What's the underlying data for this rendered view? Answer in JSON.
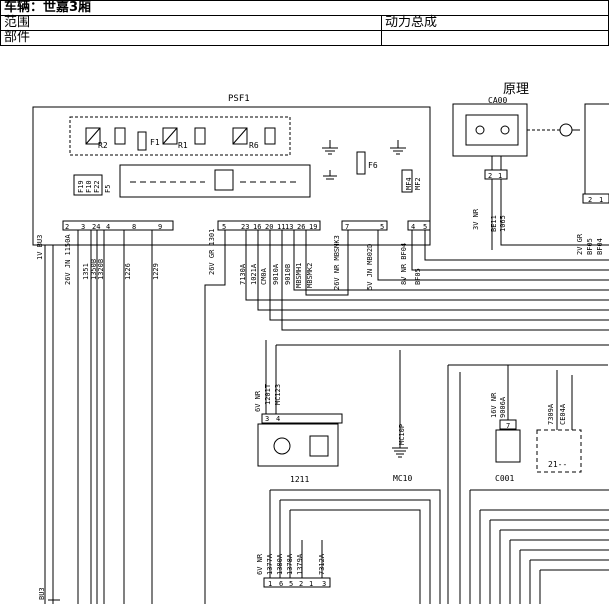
{
  "header": {
    "vehicle_label": "车辆：世嘉3厢",
    "scope_label": "范围",
    "scope_value": "动力总成",
    "part_label": "部件"
  },
  "diagram": {
    "title": "原理",
    "psf1": {
      "name": "PSF1",
      "relays": [
        "R2",
        "R1",
        "R6"
      ],
      "fuses": [
        "F1",
        "F6",
        "F19",
        "F10",
        "F22",
        "F5",
        "MF4",
        "MF2"
      ],
      "left_connector": "1V BU3",
      "pins_left": [
        "2",
        "3",
        "24",
        "4",
        "8",
        "9"
      ],
      "pins_mid": [
        "5",
        "23",
        "16",
        "20",
        "11",
        "13",
        "26",
        "19"
      ],
      "pins_right": [
        "7",
        "5",
        "4",
        "5"
      ],
      "wires_left": [
        "26V JN 1150A",
        "1351",
        "1350B",
        "1320B",
        "1226",
        "1229"
      ],
      "wires_mid": [
        "26V GR 1301",
        "7130A",
        "1021A",
        "CM0A",
        "9010A",
        "9010B",
        "MBSMH1",
        "MBSMK2",
        "26V NR MBSMK3"
      ],
      "wires_right": [
        "5V JN MB02D",
        "8V NR BF04",
        "BF05"
      ]
    },
    "ca00": {
      "name": "CA00",
      "connector": "3V NR",
      "pins": [
        "2",
        "1"
      ],
      "wires": [
        "BE11",
        "1065"
      ]
    },
    "right_stub": {
      "connector": "2V GR",
      "pins": [
        "2",
        "1"
      ],
      "wires": [
        "BF05",
        "BF04"
      ]
    },
    "c1211": {
      "name": "1211",
      "connector": "6V NR",
      "wires": [
        "1201T",
        "MC123"
      ],
      "pins": [
        "3",
        "4"
      ]
    },
    "mc10": {
      "name": "MC10",
      "wire": "MC10P"
    },
    "c001": {
      "name": "C001",
      "connector": "16V NR",
      "wire": "9006A",
      "pin": "7"
    },
    "c21": {
      "name": "21--",
      "wires": [
        "7309A",
        "CE04A"
      ]
    },
    "bottom_group": {
      "connector": "6V NR",
      "wires": [
        "1377A",
        "1380A",
        "1378A",
        "1379A",
        "7312A"
      ],
      "pins": [
        "1",
        "6",
        "5",
        "2",
        "1",
        "3"
      ]
    },
    "bottom_left": {
      "label": "BU3"
    }
  }
}
